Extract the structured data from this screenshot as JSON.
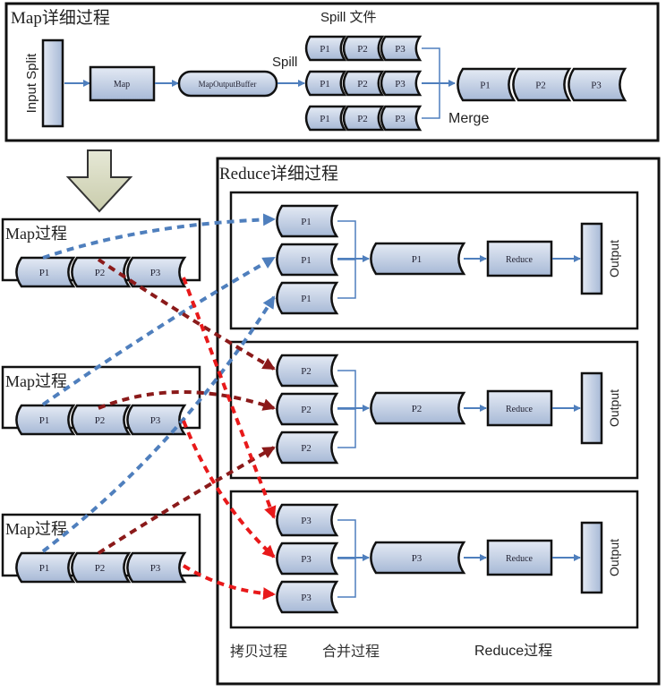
{
  "map_detail": {
    "title": "Map详细过程",
    "input_split": "Input Split",
    "map": "Map",
    "buffer": "MapOutputBuffer",
    "spill": "Spill",
    "spill_files": "Spill 文件",
    "merge": "Merge",
    "spill_rows": [
      [
        "P1",
        "P2",
        "P3"
      ],
      [
        "P1",
        "P2",
        "P3"
      ],
      [
        "P1",
        "P2",
        "P3"
      ]
    ],
    "merged": [
      "P1",
      "P2",
      "P3"
    ]
  },
  "map_processes": [
    {
      "title": "Map过程",
      "parts": [
        "P1",
        "P2",
        "P3"
      ]
    },
    {
      "title": "Map过程",
      "parts": [
        "P1",
        "P2",
        "P3"
      ]
    },
    {
      "title": "Map过程",
      "parts": [
        "P1",
        "P2",
        "P3"
      ]
    }
  ],
  "reduce_detail": {
    "title": "Reduce详细过程",
    "groups": [
      {
        "inputs": [
          "P1",
          "P1",
          "P1"
        ],
        "merged": "P1",
        "reduce": "Reduce",
        "output": "Output"
      },
      {
        "inputs": [
          "P2",
          "P2",
          "P2"
        ],
        "merged": "P2",
        "reduce": "Reduce",
        "output": "Output"
      },
      {
        "inputs": [
          "P3",
          "P3",
          "P3"
        ],
        "merged": "P3",
        "reduce": "Reduce",
        "output": "Output"
      }
    ],
    "footer": {
      "copy": "拷贝过程",
      "merge": "合并过程",
      "reduce": "Reduce过程"
    }
  },
  "colors": {
    "p1_arrow": "#4f7fbd",
    "p2_arrow": "#8b1a1a",
    "p3_arrow": "#e8191a",
    "connector": "#4f7fbd",
    "box_fill_top": "#dfe6f2",
    "box_fill_bottom": "#a9bcd9"
  }
}
